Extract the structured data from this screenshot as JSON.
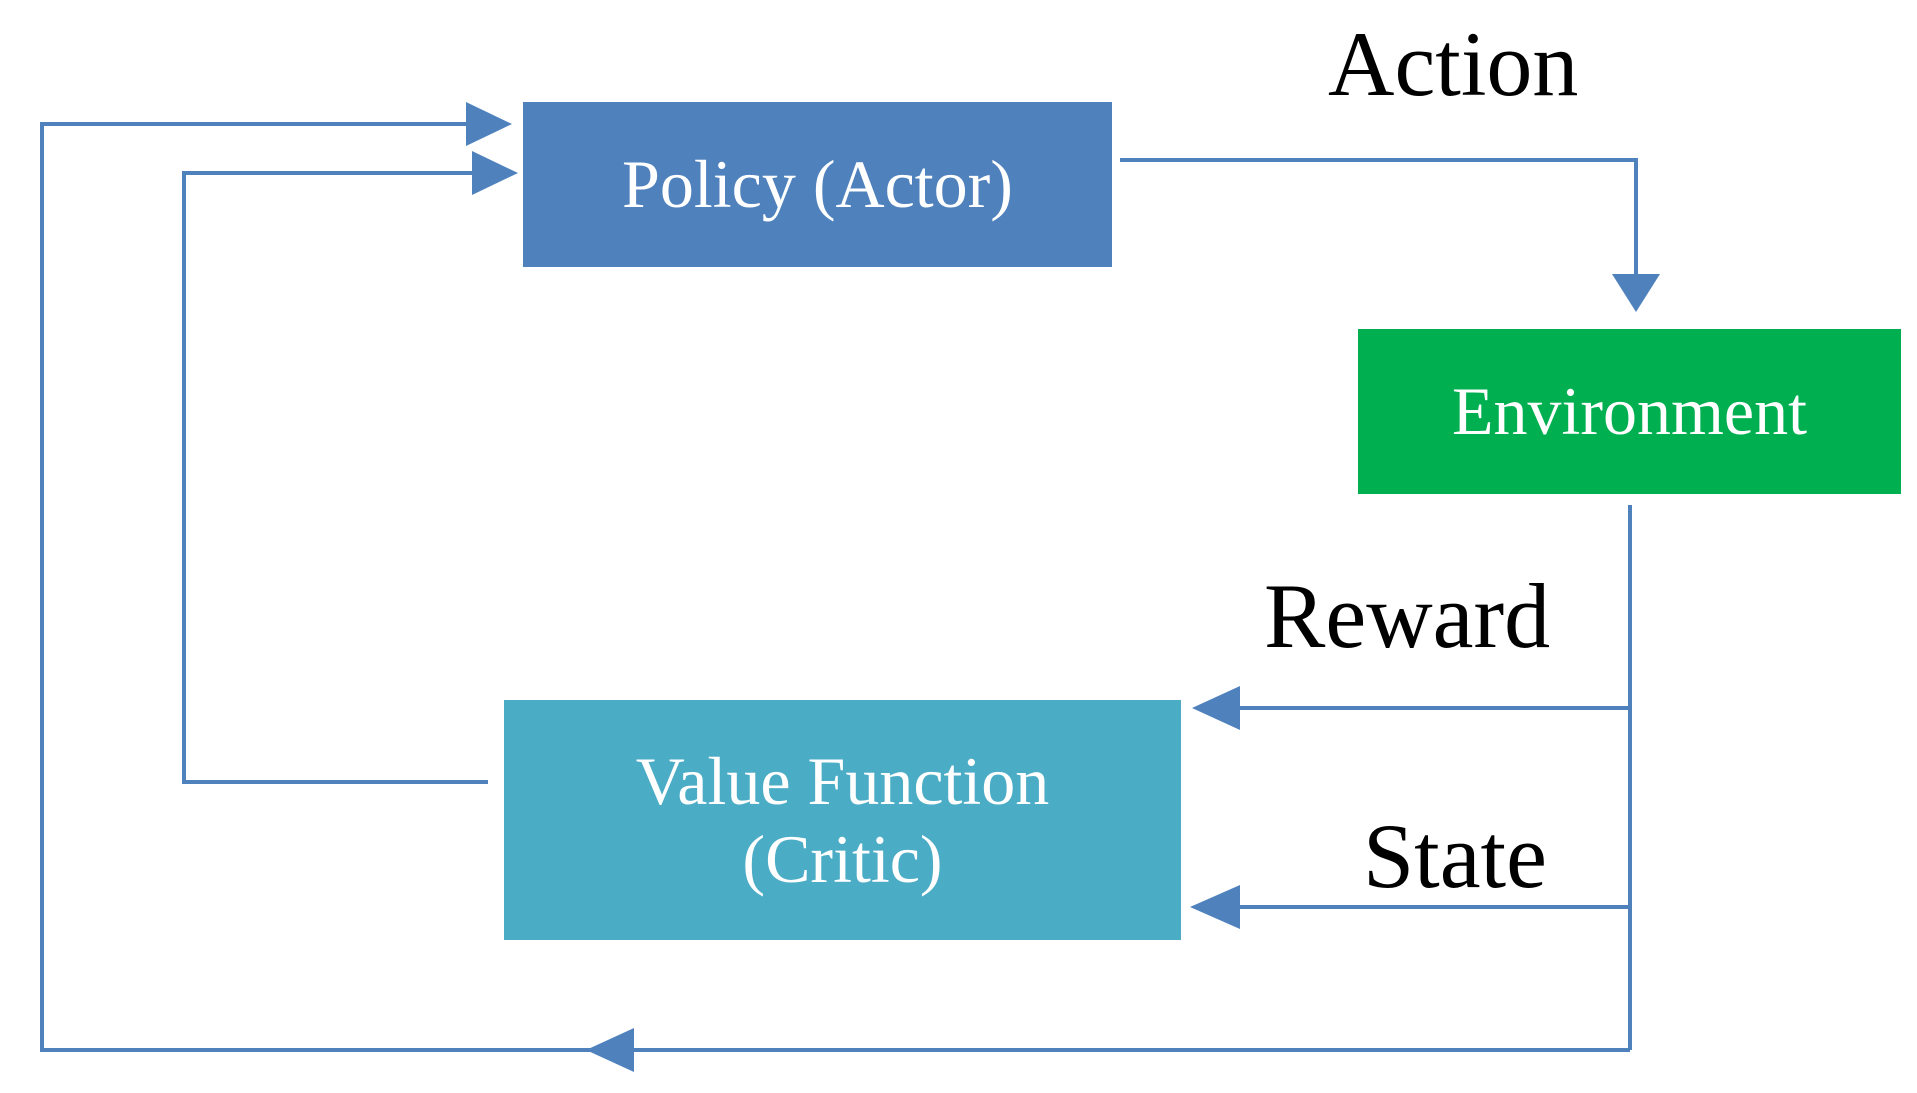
{
  "nodes": {
    "policy": {
      "label": "Policy (Actor)",
      "color": "#4f81bd"
    },
    "environment": {
      "label": "Environment",
      "color": "#00b050"
    },
    "critic": {
      "label_line1": "Value Function",
      "label_line2": "(Critic)",
      "color": "#4bacc6"
    }
  },
  "edge_labels": {
    "action": "Action",
    "reward": "Reward",
    "state": "State"
  },
  "colors": {
    "arrow": "#4f81bd",
    "label_text": "#000000",
    "node_text": "#ffffff"
  }
}
